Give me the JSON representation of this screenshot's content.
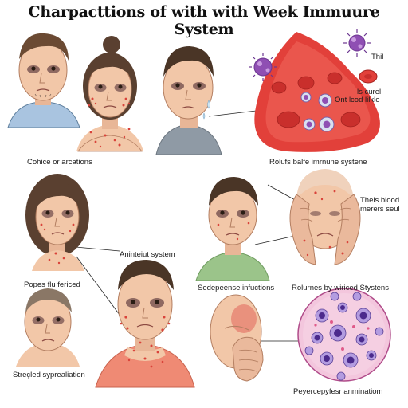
{
  "title": "Charpacttions of with with Week Immuure System",
  "labels": {
    "left_top": "Cohice or arcations",
    "blood_top": "Rolufs balfe imrnune systene",
    "micro_top_1": "Thil",
    "micro_top_2": "ls curel",
    "micro_top_3": "Ont lcod lilkle",
    "mid_left": "Aninteiut system",
    "hands_1": "Theis biood",
    "hands_2": "merers seul",
    "flu": "Popes flu fericed",
    "infections": "Sedepeense infuctions",
    "rolumes": "Rolurnes by wiriced Stystens",
    "bottom_left": "Streçled syprealiation",
    "bottom_right": "Peyercepyfesr anminatiom"
  },
  "colors": {
    "skin": "#f2c7a8",
    "skin_shadow": "#d99c7f",
    "rash": "#d9433a",
    "hair_dark": "#4a3526",
    "blood": "#e2403a",
    "virus": "#8f4fb3",
    "shirt_blue": "#a9c4e0",
    "shirt_gray": "#8f9aa5",
    "shirt_green": "#9bc48a",
    "shirt_coral": "#ef8a74"
  }
}
